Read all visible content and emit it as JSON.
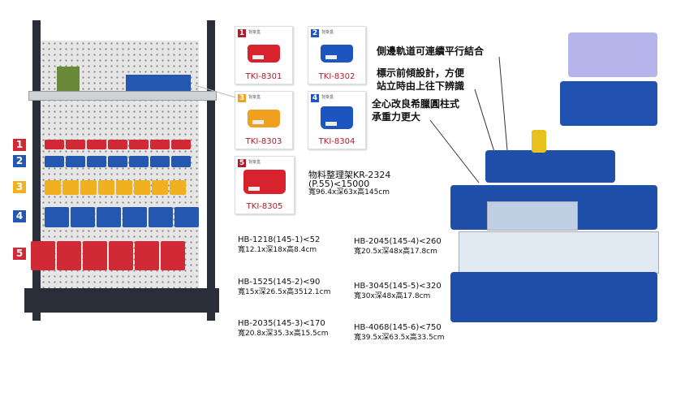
{
  "rack_labels": [
    {
      "n": "1",
      "color": "#d12a36"
    },
    {
      "n": "2",
      "color": "#2457b0"
    },
    {
      "n": "3",
      "color": "#f0b020"
    },
    {
      "n": "4",
      "color": "#2457b0"
    },
    {
      "n": "5",
      "color": "#d12a36"
    }
  ],
  "bins": [
    {
      "n": "1",
      "small": "背掛盒",
      "code": "TKI-8301",
      "color": "#d8222e"
    },
    {
      "n": "2",
      "small": "背掛盒",
      "code": "TKI-8302",
      "color": "#1d55c0"
    },
    {
      "n": "3",
      "small": "背掛盒",
      "code": "TKI-8303",
      "color": "#f0a020"
    },
    {
      "n": "4",
      "small": "背掛盒",
      "code": "TKI-8304",
      "color": "#1d55c0"
    },
    {
      "n": "5",
      "small": "背掛盒",
      "code": "TKI-8305",
      "color": "#d8222e"
    }
  ],
  "rack_product": {
    "line1": "物料整理架KR-2324",
    "line2": "(P.55)<15000",
    "line3": "寬96.4x深63x高145cm"
  },
  "models": [
    {
      "name": "HB-1218(145-1)<52",
      "size": "寬12.1x深18x高8.4cm"
    },
    {
      "name": "HB-1525(145-2)<90",
      "size": "寬15x深26.5x高3512.1cm"
    },
    {
      "name": "HB-2035(145-3)<170",
      "size": "寬20.8x深35.3x高15.5cm"
    },
    {
      "name": "HB-2045(145-4)<260",
      "size": "寬20.5x深48x高17.8cm"
    },
    {
      "name": "HB-3045(145-5)<320",
      "size": "寬30x深48x高17.8cm"
    },
    {
      "name": "HB-4068(145-6)<750",
      "size": "寬39.5x深63.5x高33.5cm"
    }
  ],
  "callouts": {
    "c1": "側邊軌道可連續平行結合",
    "c2a": "標示前傾設計，方便",
    "c2b": "站立時由上往下辨識",
    "c3a": "全心改良希臘圓柱式",
    "c3b": "承重力更大"
  }
}
